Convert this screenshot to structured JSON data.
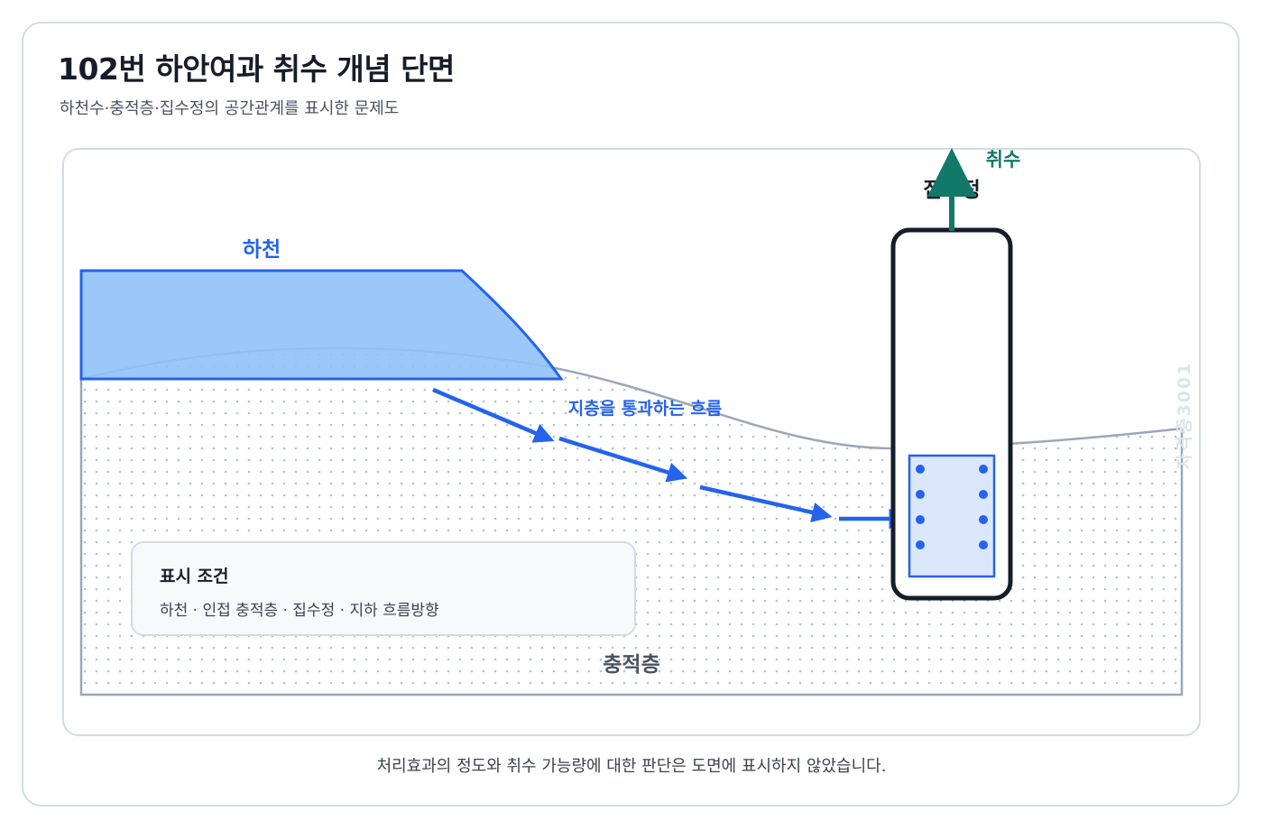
{
  "header": {
    "title": "102번 하안여과 취수 개념 단면",
    "subtitle": "하천수·충적층·집수정의 공간관계를 표시한 문제도"
  },
  "diagram": {
    "river_label": "하천",
    "flow_label": "지층을 통과하는 흐름",
    "well_label": "집수정",
    "intake_label": "취수",
    "aquifer_label": "충적층"
  },
  "legend": {
    "title": "표시 조건",
    "items": "하천 · 인접 충적층 · 집수정 · 지하 흐름방향"
  },
  "watermark": "자격증3001",
  "footer": "처리효과의 정도와 취수 가능량에 대한 판단은 도면에 표시하지 않았습니다.",
  "colors": {
    "river_fill": "#90c2f8",
    "river_stroke": "#2563eb",
    "flow_arrow": "#2563eb",
    "intake_arrow": "#11786a",
    "well_stroke": "#161c2a",
    "screen_fill": "#dbe8fc",
    "aquifer_stroke": "#9aa7b8"
  }
}
